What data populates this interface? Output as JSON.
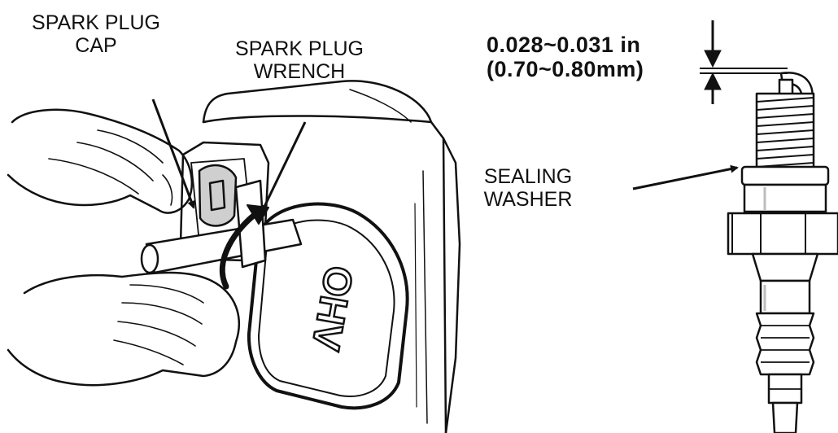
{
  "labels": {
    "spark_plug_cap": [
      "SPARK PLUG",
      "CAP"
    ],
    "spark_plug_wrench": [
      "SPARK PLUG",
      "WRENCH"
    ],
    "sealing_washer": [
      "SEALING",
      "WASHER"
    ]
  },
  "gap_spec": {
    "inches": "0.028~0.031 in",
    "millimeters": "(0.70~0.80mm)"
  },
  "engine_logo": "OHV",
  "colors": {
    "ink": "#111111",
    "background": "#ffffff",
    "shade": "#cfcfcf"
  }
}
